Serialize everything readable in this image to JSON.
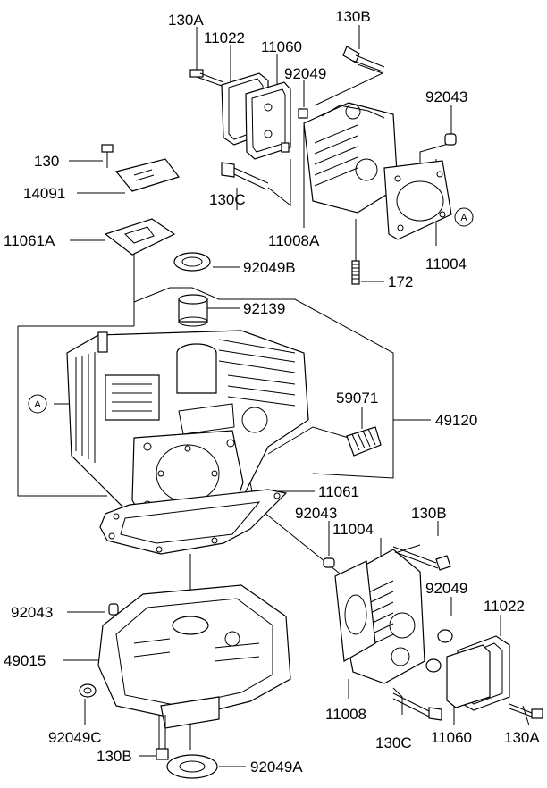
{
  "diagram": {
    "labels": {
      "l_130A_top": "130A",
      "l_11022_top": "11022",
      "l_11060_top": "11060",
      "l_130B_top": "130B",
      "l_92049_top": "92049",
      "l_92043_top": "92043",
      "l_130": "130",
      "l_14091": "14091",
      "l_130C_top": "130C",
      "l_11008A": "11008A",
      "l_11004_top": "11004",
      "l_11061A": "11061A",
      "l_92049B": "92049B",
      "l_172": "172",
      "l_92139": "92139",
      "l_59071": "59071",
      "l_49120": "49120",
      "l_11061": "11061",
      "l_92043_mid": "92043",
      "l_130B_mid": "130B",
      "l_11004_mid": "11004",
      "l_92049_mid": "92049",
      "l_11022_bot": "11022",
      "l_92043_left": "92043",
      "l_49015": "49015",
      "l_92049C": "92049C",
      "l_11008": "11008",
      "l_130C_bot": "130C",
      "l_11060_bot": "11060",
      "l_130A_bot": "130A",
      "l_130B_bot": "130B",
      "l_92049A": "92049A"
    },
    "markers": {
      "A_right": "A",
      "A_left": "A"
    }
  }
}
